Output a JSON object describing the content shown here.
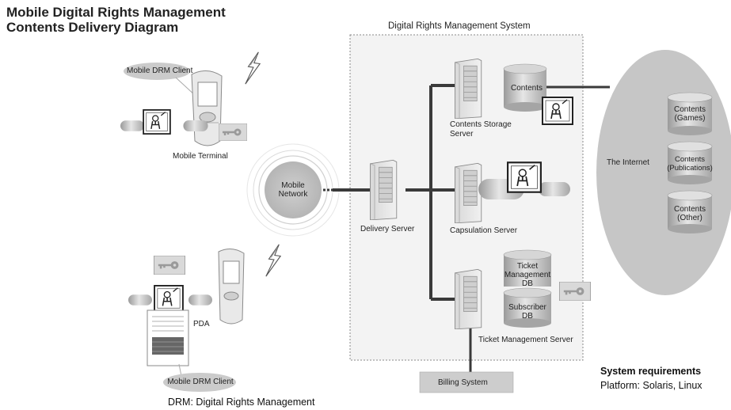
{
  "title": {
    "line1": "Mobile Digital Rights Management",
    "line2": "Contents Delivery Diagram"
  },
  "system_box": {
    "title": "Digital Rights Management System"
  },
  "labels": {
    "mobile_drm_client_top": "Mobile DRM Client",
    "mobile_terminal": "Mobile Terminal",
    "mobile_network": "Mobile Network",
    "delivery_server": "Delivery Server",
    "contents": "Contents",
    "contents_storage_server": "Contents Storage Server",
    "capsulation_server": "Capsulation Server",
    "ticket_management_db": "Ticket Management DB",
    "subscriber_db": "Subscriber DB",
    "ticket_management_server": "Ticket Management Server",
    "billing_system": "Billing System",
    "the_internet": "The Internet",
    "contents_games": "Contents (Games)",
    "contents_publications": "Contents (Publications)",
    "contents_other": "Contents (Other)",
    "pda": "PDA",
    "mobile_drm_client_bottom": "Mobile DRM Client"
  },
  "footer": {
    "legend": "DRM: Digital Rights Management"
  },
  "system_requirements": {
    "heading": "System requirements",
    "platform": "Platform: Solaris, Linux"
  },
  "icons": [
    "lightning-icon",
    "key-icon",
    "content-picture-icon",
    "server-icon",
    "database-icon",
    "mobile-phone-icon",
    "pda-icon"
  ],
  "colors": {
    "box_fill": "#f3f3f3",
    "gray": "#c8c8c8",
    "dark_line": "#333333"
  }
}
